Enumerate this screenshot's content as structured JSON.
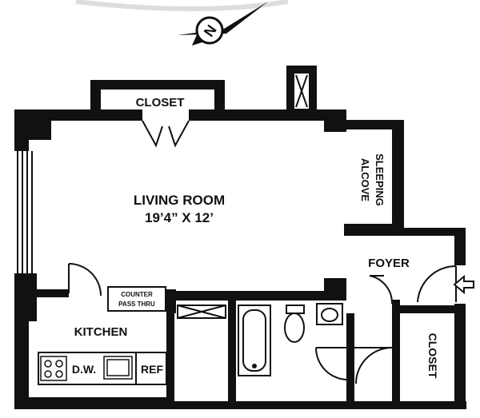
{
  "compass": {
    "letter": "N",
    "icon": "north-arrow-icon"
  },
  "rooms": {
    "living_room": {
      "name": "LIVING ROOM",
      "size": "19’4” X 12’"
    },
    "closet_top": "CLOSET",
    "sleeping_alcove": {
      "line1": "SLEEPING",
      "line2": "ALCOVE"
    },
    "foyer": "FOYER",
    "kitchen": "KITCHEN",
    "counter": {
      "line1": "COUNTER",
      "line2": "PASS THRU"
    },
    "closet_right": "CLOSET"
  },
  "appliances": {
    "dishwasher": "D.W.",
    "refrigerator": "REF"
  },
  "colors": {
    "wall": "#111111",
    "background": "#ffffff",
    "line": "#222222"
  }
}
